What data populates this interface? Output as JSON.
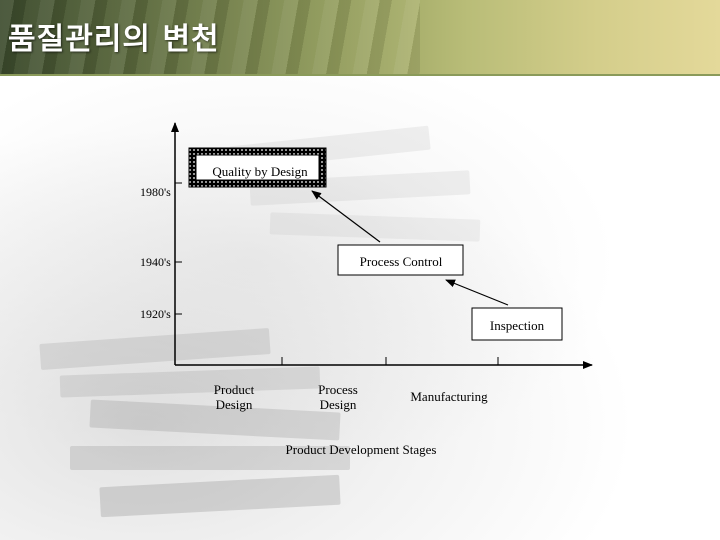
{
  "header": {
    "title": "품질관리의 변천"
  },
  "diagram": {
    "y_ticks": [
      "1980's",
      "1940's",
      "1920's"
    ],
    "x_ticks": [
      {
        "line1": "Product",
        "line2": "Design"
      },
      {
        "line1": "Process",
        "line2": "Design"
      },
      {
        "line1": "Manufacturing",
        "line2": ""
      }
    ],
    "x_axis_title": "Product Development Stages",
    "nodes": {
      "quality_by_design": "Quality by Design",
      "process_control": "Process Control",
      "inspection": "Inspection"
    }
  }
}
